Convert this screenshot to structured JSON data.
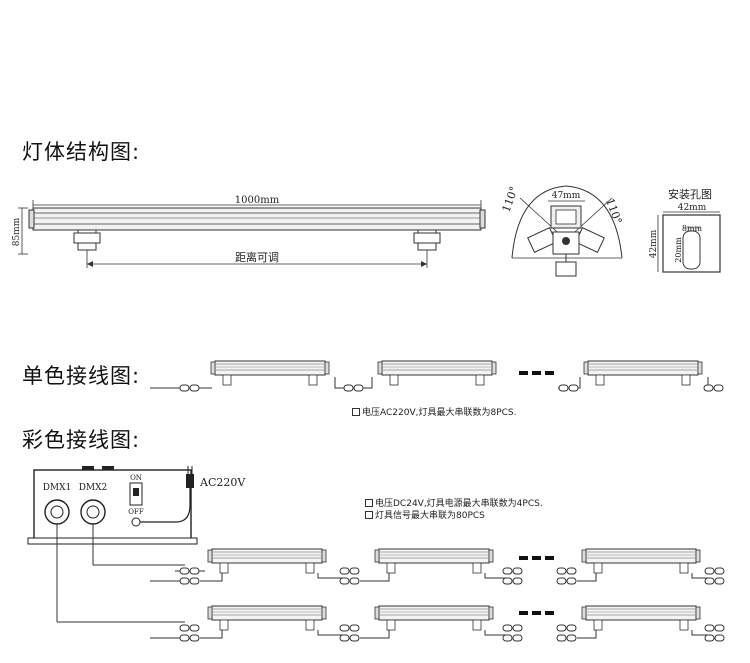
{
  "sections": {
    "structure_title": "灯体结构图:",
    "single_color_title": "单色接线图:",
    "color_title": "彩色接线图:"
  },
  "structure": {
    "length_label": "1000mm",
    "height_label": "85mm",
    "adjustable_distance_label": "距离可调",
    "beam_angle_left": "110°",
    "beam_angle_right": "110°",
    "bracket_width": "47mm",
    "mounting_hole_title": "安装孔图",
    "hole_width": "42mm",
    "hole_slot_width": "8mm",
    "hole_height": "42mm",
    "hole_slot_height": "20mm"
  },
  "single_color": {
    "note": "电压AC220V,灯具最大串联数为8PCS."
  },
  "color": {
    "controller_port_1": "DMX1",
    "controller_port_2": "DMX2",
    "switch_on": "ON",
    "switch_off": "OFF",
    "power_label": "AC220V",
    "note_1": "电压DC24V,灯具电源最大串联数为4PCS.",
    "note_2": "灯具信号最大串联为80PCS"
  }
}
